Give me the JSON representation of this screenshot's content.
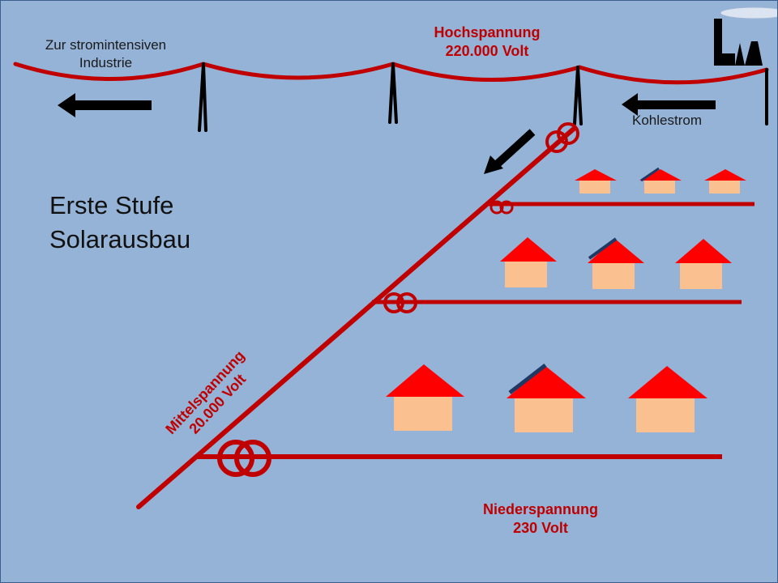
{
  "labels": {
    "industry_line1": "Zur stromintensiven",
    "industry_line2": "Industrie",
    "high_voltage_title": "Hochspannung",
    "high_voltage_value": "220.000 Volt",
    "coal": "Kohlestrom",
    "stage_line1": "Erste Stufe",
    "stage_line2": "Solarausbau",
    "medium_voltage_title": "Mittelspannung",
    "medium_voltage_value": "20.000 Volt",
    "low_voltage_title": "Niederspannung",
    "low_voltage_value": "230 Volt"
  },
  "colors": {
    "background": "#95b3d7",
    "line_red": "#c00000",
    "roof_red": "#ff0000",
    "wall": "#fac090",
    "solar_panel": "#1f3864",
    "pylon": "#000000",
    "arrow": "#000000",
    "factory": "#000000",
    "smoke": "#dbe4f0"
  },
  "icons": [
    "factory-icon",
    "arrow-left-icon",
    "transformer-icon",
    "house-icon",
    "solar-panel-icon",
    "pylon-icon"
  ]
}
